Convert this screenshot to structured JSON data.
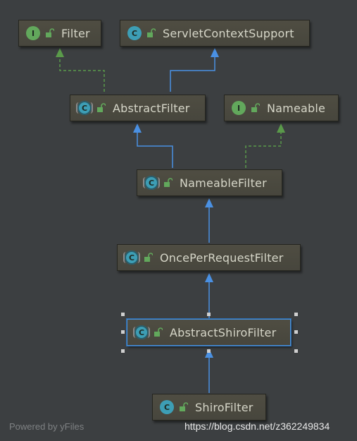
{
  "nodes": {
    "filter": {
      "label": "Filter",
      "kind": "interface",
      "badge": "I"
    },
    "servlet_context_support": {
      "label": "ServletContextSupport",
      "kind": "class",
      "badge": "C"
    },
    "abstract_filter": {
      "label": "AbstractFilter",
      "kind": "abstract-class",
      "badge": "C"
    },
    "nameable": {
      "label": "Nameable",
      "kind": "interface",
      "badge": "I"
    },
    "nameable_filter": {
      "label": "NameableFilter",
      "kind": "abstract-class",
      "badge": "C"
    },
    "once_per_request_filter": {
      "label": "OncePerRequestFilter",
      "kind": "abstract-class",
      "badge": "C"
    },
    "abstract_shiro_filter": {
      "label": "AbstractShiroFilter",
      "kind": "abstract-class",
      "badge": "C",
      "selected": true
    },
    "shiro_filter": {
      "label": "ShiroFilter",
      "kind": "class",
      "badge": "C"
    }
  },
  "edges": [
    {
      "from": "abstract_filter",
      "to": "filter",
      "type": "implements"
    },
    {
      "from": "abstract_filter",
      "to": "servlet_context_support",
      "type": "extends"
    },
    {
      "from": "nameable_filter",
      "to": "abstract_filter",
      "type": "extends"
    },
    {
      "from": "nameable_filter",
      "to": "nameable",
      "type": "implements"
    },
    {
      "from": "once_per_request_filter",
      "to": "nameable_filter",
      "type": "extends"
    },
    {
      "from": "abstract_shiro_filter",
      "to": "once_per_request_filter",
      "type": "extends"
    },
    {
      "from": "shiro_filter",
      "to": "abstract_shiro_filter",
      "type": "extends"
    }
  ],
  "colors": {
    "background": "#3c3f41",
    "extends_edge": "#4a90e2",
    "implements_edge": "#5a9a4a",
    "interface_badge": "#62a85c",
    "class_badge": "#3d9eb5",
    "node_text": "#d6d6c8"
  },
  "footer": {
    "powered_by": "Powered by yFiles",
    "watermark": "https://blog.csdn.net/z362249834"
  }
}
